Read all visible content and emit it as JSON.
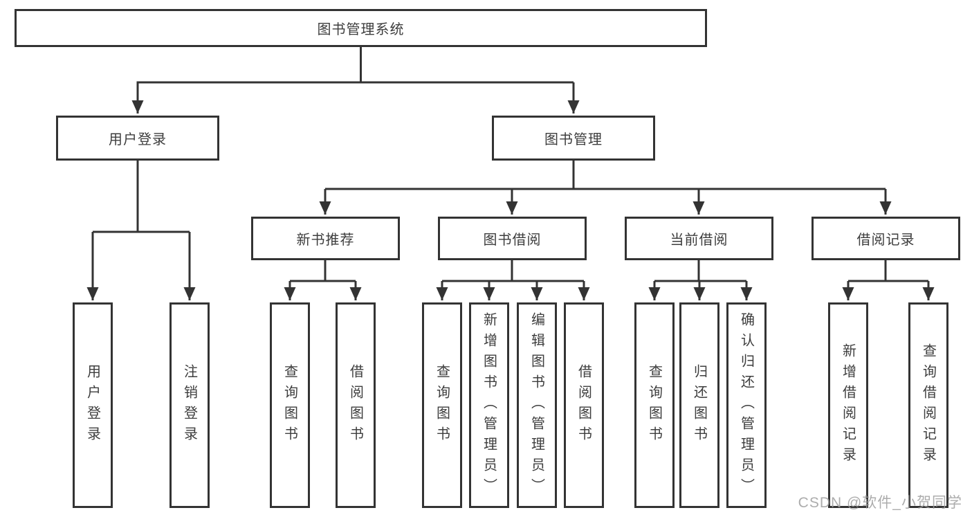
{
  "diagram": {
    "root": {
      "label": "图书管理系统"
    },
    "branches": [
      {
        "label": "用户登录",
        "children": [
          {
            "label": "用户登录"
          },
          {
            "label": "注销登录"
          }
        ]
      },
      {
        "label": "图书管理",
        "children": [
          {
            "label": "新书推荐",
            "children": [
              {
                "label": "查询图书"
              },
              {
                "label": "借阅图书"
              }
            ]
          },
          {
            "label": "图书借阅",
            "children": [
              {
                "label": "查询图书"
              },
              {
                "label": "新增图书（管理员）"
              },
              {
                "label": "编辑图书（管理员）"
              },
              {
                "label": "借阅图书"
              }
            ]
          },
          {
            "label": "当前借阅",
            "children": [
              {
                "label": "查询图书"
              },
              {
                "label": "归还图书"
              },
              {
                "label": "确认归还（管理员）"
              }
            ]
          },
          {
            "label": "借阅记录",
            "children": [
              {
                "label": "新增借阅记录"
              },
              {
                "label": "查询借阅记录"
              }
            ]
          }
        ]
      }
    ]
  },
  "watermark": "CSDN @软件_小贺同学",
  "colors": {
    "line": "#333333",
    "text": "#3d3d3d",
    "box_background": "#ffffff",
    "page_background": "#ffffff",
    "watermark": "#9e9e9e"
  }
}
